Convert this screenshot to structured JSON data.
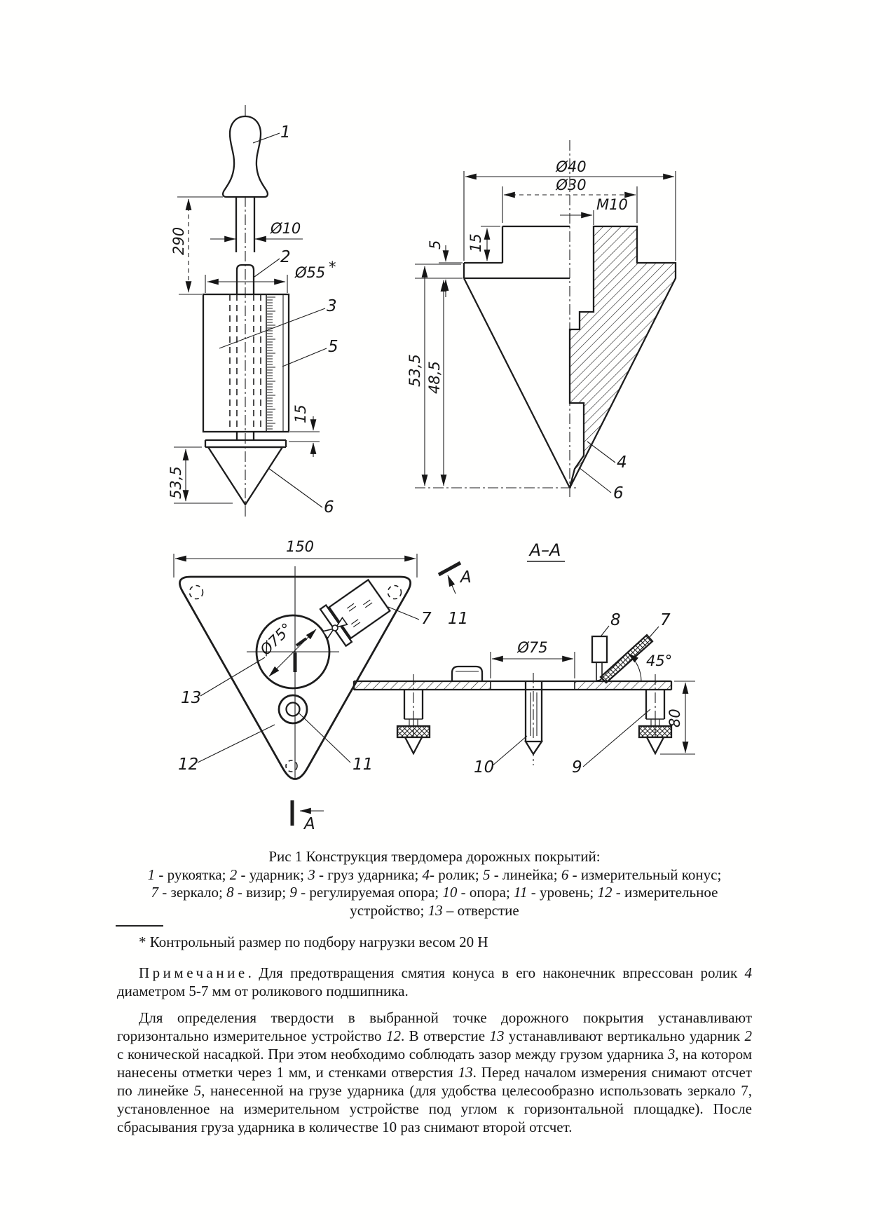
{
  "figure": {
    "striker": {
      "ref1": "1",
      "ref2": "2",
      "ref3": "3",
      "ref5": "5",
      "ref6": "6",
      "dim_height": "290",
      "dim_rod": "Ø10",
      "dim_body": "Ø55",
      "dim_body_star": "*",
      "dim_gap": "15",
      "dim_cone_height": "53,5"
    },
    "cone": {
      "ref4": "4",
      "ref6": "6",
      "dim_d40": "Ø40",
      "dim_d30": "Ø30",
      "dim_thread": "М10",
      "dim_boss": "15",
      "dim_plate": "5",
      "dim_h_full": "53,5",
      "dim_h_cone": "48,5"
    },
    "plate": {
      "ref7": "7",
      "ref11": "11",
      "ref11b": "11",
      "ref12": "12",
      "ref13": "13",
      "dim_width": "150",
      "dim_hole": "Ø75°",
      "section_letter_top": "А",
      "section_letter_bottom": "А"
    },
    "section": {
      "title": "А–А",
      "ref8": "8",
      "ref7": "7",
      "ref10": "10",
      "ref9": "9",
      "dim_hole": "Ø75",
      "dim_angle": "45°",
      "dim_height": "80"
    }
  },
  "caption": {
    "title": "Рис 1 Конструкция твердомера дорожных покрытий:",
    "line2": [
      {
        "t": "1",
        "i": true
      },
      {
        "t": " - рукоятка; "
      },
      {
        "t": "2",
        "i": true
      },
      {
        "t": " - ударник; "
      },
      {
        "t": "3",
        "i": true
      },
      {
        "t": " - груз ударника; "
      },
      {
        "t": "4",
        "i": true
      },
      {
        "t": "- ролик; "
      },
      {
        "t": "5",
        "i": true
      },
      {
        "t": " - линейка; "
      },
      {
        "t": "6",
        "i": true
      },
      {
        "t": " - измерительный конус;"
      }
    ],
    "line3": [
      {
        "t": "7",
        "i": true
      },
      {
        "t": " - зеркало; "
      },
      {
        "t": "8",
        "i": true
      },
      {
        "t": " - визир; "
      },
      {
        "t": "9",
        "i": true
      },
      {
        "t": " - регулируемая опора; "
      },
      {
        "t": "10",
        "i": true
      },
      {
        "t": " - опора; "
      },
      {
        "t": "11",
        "i": true
      },
      {
        "t": " - уровень; "
      },
      {
        "t": "12",
        "i": true
      },
      {
        "t": " - измерительное"
      }
    ],
    "line4": [
      {
        "t": "устройство; "
      },
      {
        "t": "13",
        "i": true
      },
      {
        "t": " – отверстие"
      }
    ]
  },
  "footnote": "* Контрольный размер по подбору нагрузки весом 20 Н",
  "note": [
    {
      "t": "Примечание",
      "s": true
    },
    {
      "t": ". Для предотвращения смятия конуса в его наконечник впрессован ролик "
    },
    {
      "t": "4",
      "i": true
    },
    {
      "t": " диаметром 5-7 мм от роликового подшипника."
    }
  ],
  "body": [
    {
      "t": "Для определения твердости в выбранной точке дорожного покрытия устанавливают горизонтально измерительное устройство "
    },
    {
      "t": "12",
      "i": true
    },
    {
      "t": ". В отверстие "
    },
    {
      "t": "13",
      "i": true
    },
    {
      "t": " устанавливают вертикально ударник "
    },
    {
      "t": "2",
      "i": true
    },
    {
      "t": " с конической насадкой. При этом необходимо соблюдать зазор между грузом ударника "
    },
    {
      "t": "3",
      "i": true
    },
    {
      "t": ", на котором нанесены отметки через 1 мм, и стенками отверстия "
    },
    {
      "t": "13",
      "i": true
    },
    {
      "t": ". Перед началом измерения снимают отсчет по линейке "
    },
    {
      "t": "5",
      "i": true
    },
    {
      "t": ", нанесенной на грузе ударника (для удобства целесообразно использовать зеркало 7, установленное на измерительном устройстве под углом к горизонтальной площадке). После сбрасывания груза ударника в количестве 10 раз снимают второй отсчет."
    }
  ]
}
